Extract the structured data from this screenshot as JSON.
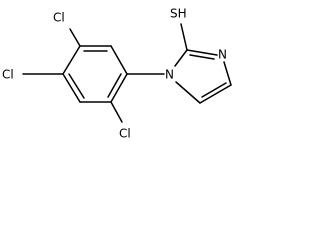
{
  "molecule": {
    "atom_labels": {
      "cl_top": "Cl",
      "cl_left": "Cl",
      "cl_bottom": "Cl",
      "sh": "SH",
      "n1": "N",
      "n3": "N"
    },
    "colors": {
      "bond": "#000000",
      "text": "#000000",
      "background": "#ffffff"
    }
  }
}
